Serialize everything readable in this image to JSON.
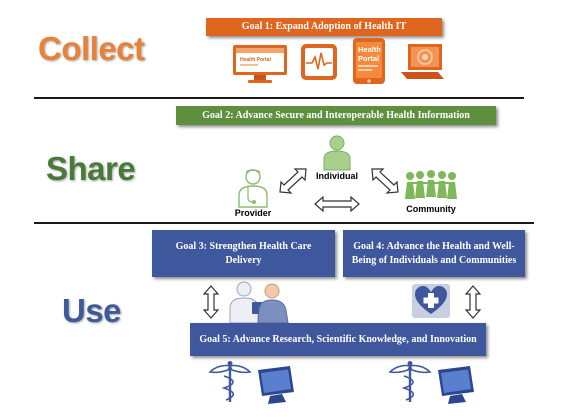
{
  "sections": {
    "collect": "Collect",
    "share": "Share",
    "use": "Use"
  },
  "goals": {
    "goal1": "Goal 1: Expand Adoption of Health IT",
    "goal2": "Goal 2: Advance Secure and Interoperable Health Information",
    "goal3": "Goal 3: Strengthen Health Care Delivery",
    "goal4": "Goal 4: Advance the Health and Well-Being of Individuals and Communities",
    "goal5": "Goal 5: Advance Research, Scientific Knowledge, and Innovation"
  },
  "share_labels": {
    "individual": "Individual",
    "provider": "Provider",
    "community": "Community"
  },
  "devices": {
    "monitor_text": "Health Portal",
    "tablet_text_1": "Health",
    "tablet_text_2": "Portal"
  },
  "colors": {
    "collect": "#E8823A",
    "share": "#4A7A3A",
    "use": "#3F5A9A",
    "goal1_bg": "#E0651F",
    "goal2_bg": "#5E8F3E",
    "goal_use_bg": "#3F579C"
  }
}
